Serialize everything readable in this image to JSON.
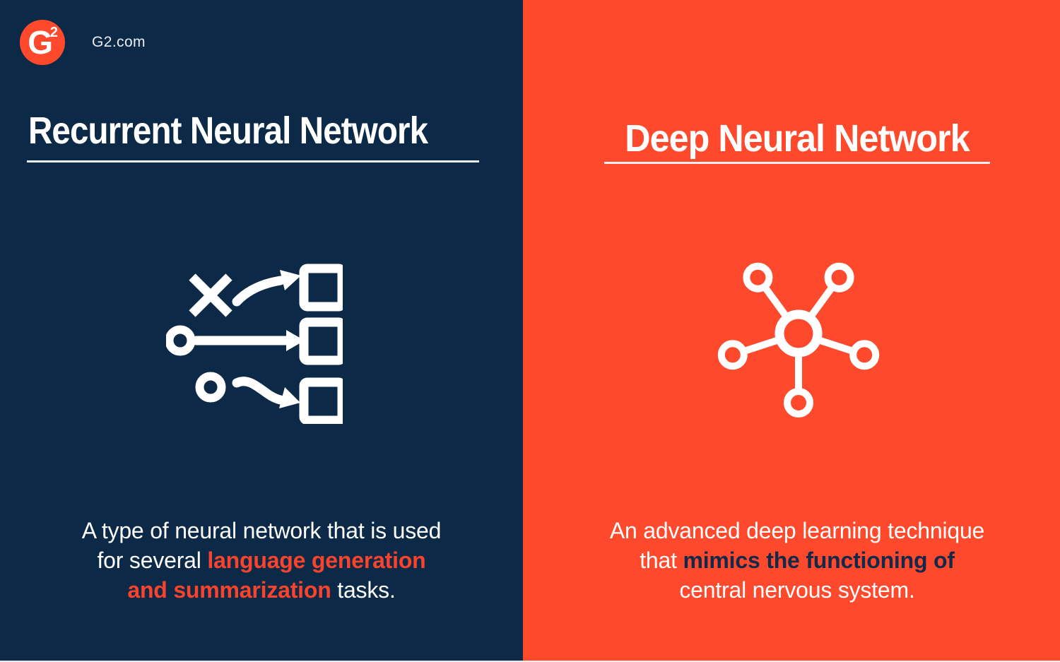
{
  "header": {
    "logo": {
      "g": "G",
      "two": "2"
    },
    "site_label": "G2.com"
  },
  "colors": {
    "navy": "#0C2A47",
    "orange": "#FF492C",
    "white": "#FFFFFF",
    "highlight_left": "#FA432C",
    "highlight_right": "#13294A"
  },
  "panels": {
    "left": {
      "title": "Recurrent Neural Network",
      "icon": "strategy-plan-icon",
      "description_lines": [
        {
          "pre": "A type of neural network that is used",
          "bold": "",
          "post": ""
        },
        {
          "pre": "for several ",
          "bold": "language generation",
          "post": ""
        },
        {
          "pre": "",
          "bold": "and summarization",
          "post": " tasks."
        }
      ]
    },
    "right": {
      "title": "Deep Neural Network",
      "icon": "network-hub-icon",
      "description_lines": [
        {
          "pre": "An advanced deep learning technique",
          "bold": "",
          "post": ""
        },
        {
          "pre": "that ",
          "bold": "mimics the functioning of",
          "post": ""
        },
        {
          "pre": "central nervous system.",
          "bold": "",
          "post": ""
        }
      ]
    }
  }
}
